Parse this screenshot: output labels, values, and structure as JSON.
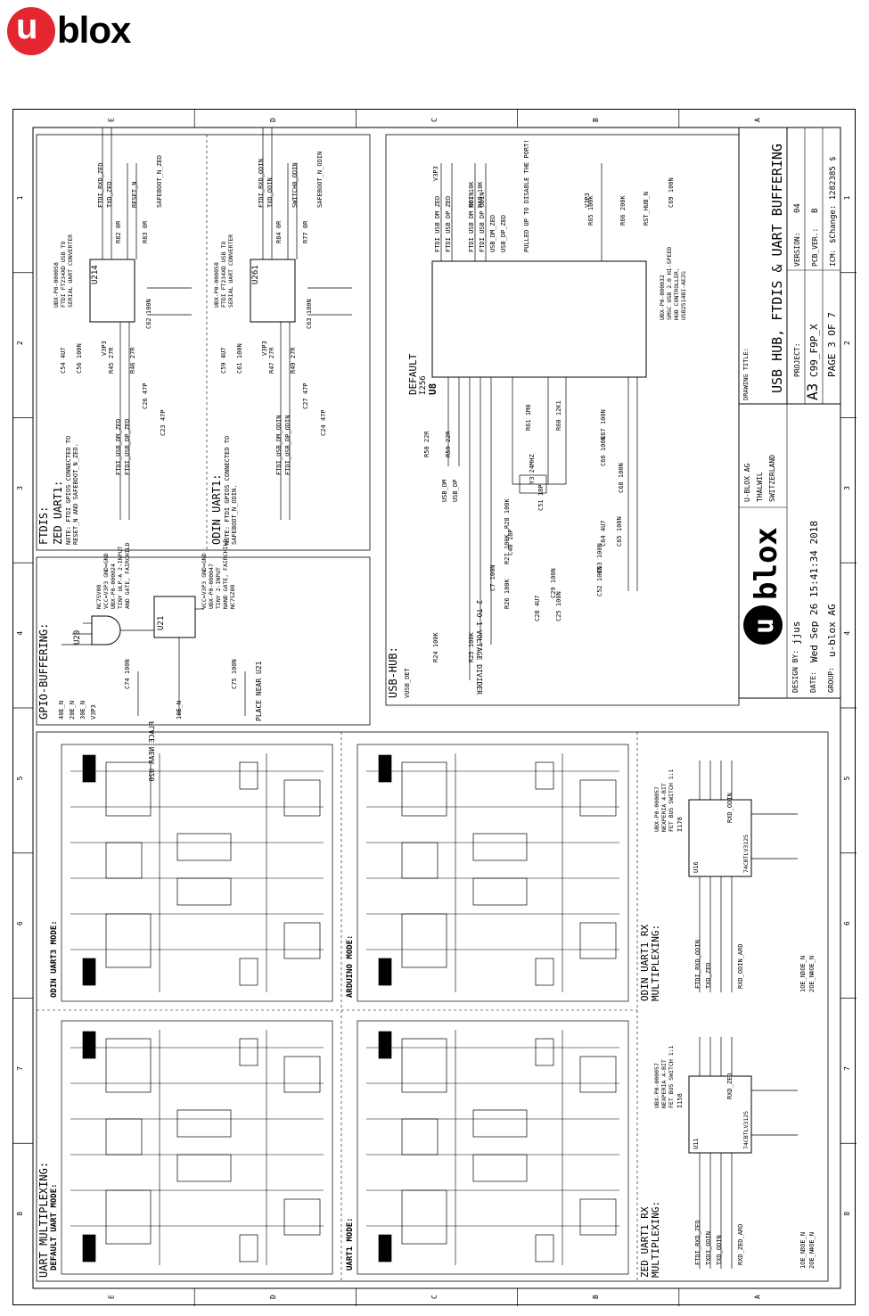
{
  "logo": {
    "mark": "u",
    "text": "blox"
  },
  "grid": {
    "letters": [
      "E",
      "D",
      "C",
      "B",
      "A"
    ],
    "numbers": [
      "1",
      "2",
      "3",
      "4",
      "5",
      "6",
      "7",
      "8"
    ]
  },
  "blocks": {
    "ftdis": {
      "title": "FTDIS:",
      "zed_title": "ZED UART1:",
      "zed_note_1": "NOTE: FTDI GPIOS CONNECTED TO",
      "zed_note_2": "RESET_N AND SAFEBOOT_N_ZED.",
      "odin_title": "ODIN UART1:",
      "odin_note_1": "NOTE: FTDI GPIOS CONNECTED TO",
      "odin_note_2": "SAFEBOOT_N_ODIN.",
      "ic_zed": "U214",
      "ic_odin": "U261",
      "ic_desc_1": "UBX-P0-000058",
      "ic_desc_2": "FTDI FT234XD USB TO",
      "ic_desc_3": "SERIAL UART CONVERTER",
      "nets_zed": [
        "FTDI_RXD_ZED",
        "TXD_ZED",
        "RESET_N",
        "SAFEBOOT_N_ZED",
        "FTDI_USB_DM_ZED",
        "FTDI_USB_DP_ZED"
      ],
      "nets_odin": [
        "FTDI_RXD_ODIN",
        "TXD_ODIN",
        "SWITCH0_ODIN",
        "SAFEBOOT_N_ODIN",
        "FTDI_USB_DM_ODIN",
        "FTDI_USB_DP_ODIN"
      ],
      "parts": [
        "R82 0R",
        "R83 0R",
        "R84 0R",
        "R77 0R",
        "R45 27R",
        "R46 27R",
        "R47 27R",
        "R49 27R",
        "C26 47P",
        "C23 47P",
        "C27 47P",
        "C24 47P",
        "C54 4U7",
        "C56 100N",
        "C59 4U7",
        "C61 100N",
        "C62 100N",
        "C63 100N"
      ],
      "rail": "V3P3"
    },
    "usb_hub": {
      "title": "USB-HUB:",
      "ic": "U8",
      "ic_default": "DEFAULT",
      "ic_code": "I256",
      "ic_desc_1": "UBX-P0-000032",
      "ic_desc_2": "SMSC USB 2.0 HI-SPEED",
      "ic_desc_3": "HUB CONTROLLER,",
      "ic_desc_4": "USB2514BI-AEZG",
      "note": "PULLED UP TO DISABLE THE PORT!",
      "divider": "2 TO 1 VOLTAGE DIVIDER",
      "nets": [
        "VUSB_DET",
        "USB_DM",
        "USB_DP",
        "RST_HUB_N",
        "FTDI_USB_DM_ZED",
        "FTDI_USB_DP_ZED",
        "FTDI_USB_DM_ODIN",
        "FTDI_USB_DP_ODIN",
        "USB_DM_ZED",
        "USB_DP_ZED"
      ],
      "crystal": "Y3 24MHZ",
      "parts": [
        "R24 100K",
        "R25 100K",
        "R26 100K",
        "R27 100K",
        "R28 100K",
        "R50 22R",
        "R59 22R",
        "R61 1M0",
        "R60 12K1",
        "R65 100K",
        "R66 200K",
        "R67 10K",
        "R68 10K",
        "C7 100N",
        "C40 18P",
        "C51 18P",
        "C28 4U7",
        "C25 100N",
        "C29 100N",
        "C52 100N",
        "C53 100N",
        "C64 4U7",
        "C65 100N",
        "C66 100N",
        "C67 100N",
        "C68 100N",
        "C69 100N"
      ],
      "rail": "V3P3"
    },
    "gpio": {
      "title": "GPIO-BUFFERING:",
      "u20": "U20",
      "u21": "U21",
      "u20_desc_1": "NC7SV08",
      "u20_desc_2": "VCC=V3P3 GND=GND",
      "u20_desc_3": "UBX-P0-000024",
      "u20_desc_4": "TINY ULP-A 2-INPUT",
      "u20_desc_5": "AND GATE, FAIRCHILD",
      "u21_desc_1": "VCC=V3P3 GND=GND",
      "u21_desc_2": "UBX-P0-000047",
      "u21_desc_3": "TINY 2-INPUT",
      "u21_desc_4": "NAND GATE, FAIRCHILD",
      "u21_desc_5": "NC7SZ00",
      "nets": [
        "40E_N",
        "20E_N",
        "30E_N",
        "10E_N",
        "V3P3"
      ],
      "caps": [
        "C74 100N",
        "C75 100N"
      ],
      "place_u20": "PLACE NEAR U20",
      "place_u21": "PLACE NEAR U21"
    },
    "uart_mux": {
      "title": "UART MULTIPLEXING:",
      "modes": [
        "DEFAULT UART MODE:",
        "UART1 MODE:",
        "ODIN UART3 MODE:",
        "ARDUINO MODE:"
      ],
      "zed_rx_title_1": "ZED UART1 RX",
      "zed_rx_title_2": "MULTIPLEXING:",
      "odin_rx_title_1": "ODIN UART1 RX",
      "odin_rx_title_2": "MULTIPLEXING:",
      "switch_desc_1": "UBX-P0-000057",
      "switch_desc_2": "NEXPERIA 4-BIT",
      "switch_desc_3": "FET BUS SWITCH 1:1",
      "u11": "U11",
      "u16": "U16",
      "i158": "I158",
      "i178": "I178",
      "switch_part": "74CBTLV3125",
      "nets_zed": [
        "FTDI_RXD_ZED",
        "TXD3_ODIN",
        "TXD_ODIN",
        "RXD_ZED",
        "RXD_ZED_ARD"
      ],
      "nets_odin": [
        "FTDI_RXD_ODIN",
        "TXD_ZED",
        "RXD_ODIN",
        "RXD_ODIN_ARD"
      ],
      "oe_nets": [
        "1OE_N",
        "2OE_N",
        "3OE_N",
        "4OE_N"
      ]
    }
  },
  "title_block": {
    "drawing_title_label": "DRAWING TITLE:",
    "drawing_title": "USB HUB, FTDIS & UART BUFFERING",
    "company": "U-BLOX AG",
    "city": "THALWIL",
    "country": "SWITZERLAND",
    "design_by_label": "DESIGN BY:",
    "design_by": "jjus",
    "date_label": "DATE:",
    "date": "Wed Sep 26 15:41:34 2018",
    "group_label": "GROUP:",
    "group": "u-blox AG",
    "size": "A3",
    "project_label": "PROJECT:",
    "project": "C99_F9P_X",
    "page": "PAGE 3 OF 7",
    "version_label": "VERSION:",
    "version": "04",
    "pcb_ver_label": "PCB_VER.:",
    "pcb_ver": "B",
    "icm_label": "ICM:",
    "icm": "$Change: 1282385 $"
  }
}
